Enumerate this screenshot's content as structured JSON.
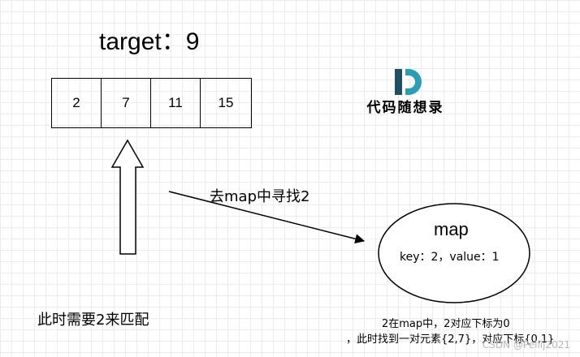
{
  "title": "target：9",
  "array": [
    "2",
    "7",
    "11",
    "15"
  ],
  "logo": {
    "mark": "D",
    "text": "代码随想录"
  },
  "search_label": "去map中寻找2",
  "map": {
    "title": "map",
    "entry": "key：2，value：1"
  },
  "need_label": "此时需要2来匹配",
  "notes": [
    "2在map中，2对应下标为0",
    "，此时找到一对元素{2,7}，对应下标{0,1}"
  ],
  "watermark": "CSDN @Peilij2021",
  "colors": {
    "logo_blue": "#1e4f63",
    "logo_teal": "#2a9fb4"
  }
}
